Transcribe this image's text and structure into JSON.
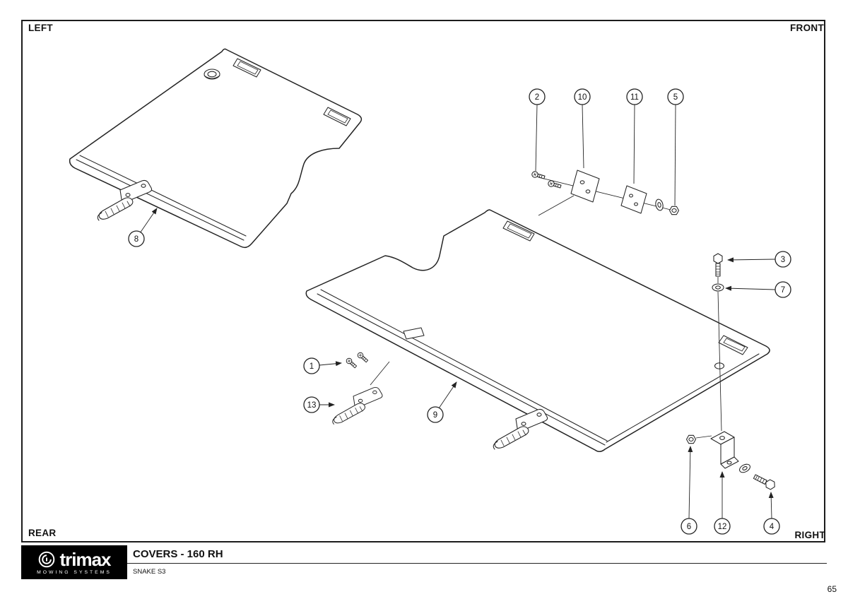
{
  "frame": {
    "corner_labels": {
      "top_left": "LEFT",
      "top_right": "FRONT",
      "bottom_left": "REAR",
      "bottom_right": "RIGHT"
    }
  },
  "title_block": {
    "brand": "trimax",
    "brand_tagline": "MOWING SYSTEMS",
    "title": "COVERS - 160 RH",
    "subtitle": "SNAKE S3"
  },
  "page": {
    "number": "65"
  },
  "callouts": [
    {
      "number": "1"
    },
    {
      "number": "2"
    },
    {
      "number": "3"
    },
    {
      "number": "4"
    },
    {
      "number": "5"
    },
    {
      "number": "6"
    },
    {
      "number": "7"
    },
    {
      "number": "8"
    },
    {
      "number": "9"
    },
    {
      "number": "10"
    },
    {
      "number": "11"
    },
    {
      "number": "12"
    },
    {
      "number": "13"
    }
  ]
}
